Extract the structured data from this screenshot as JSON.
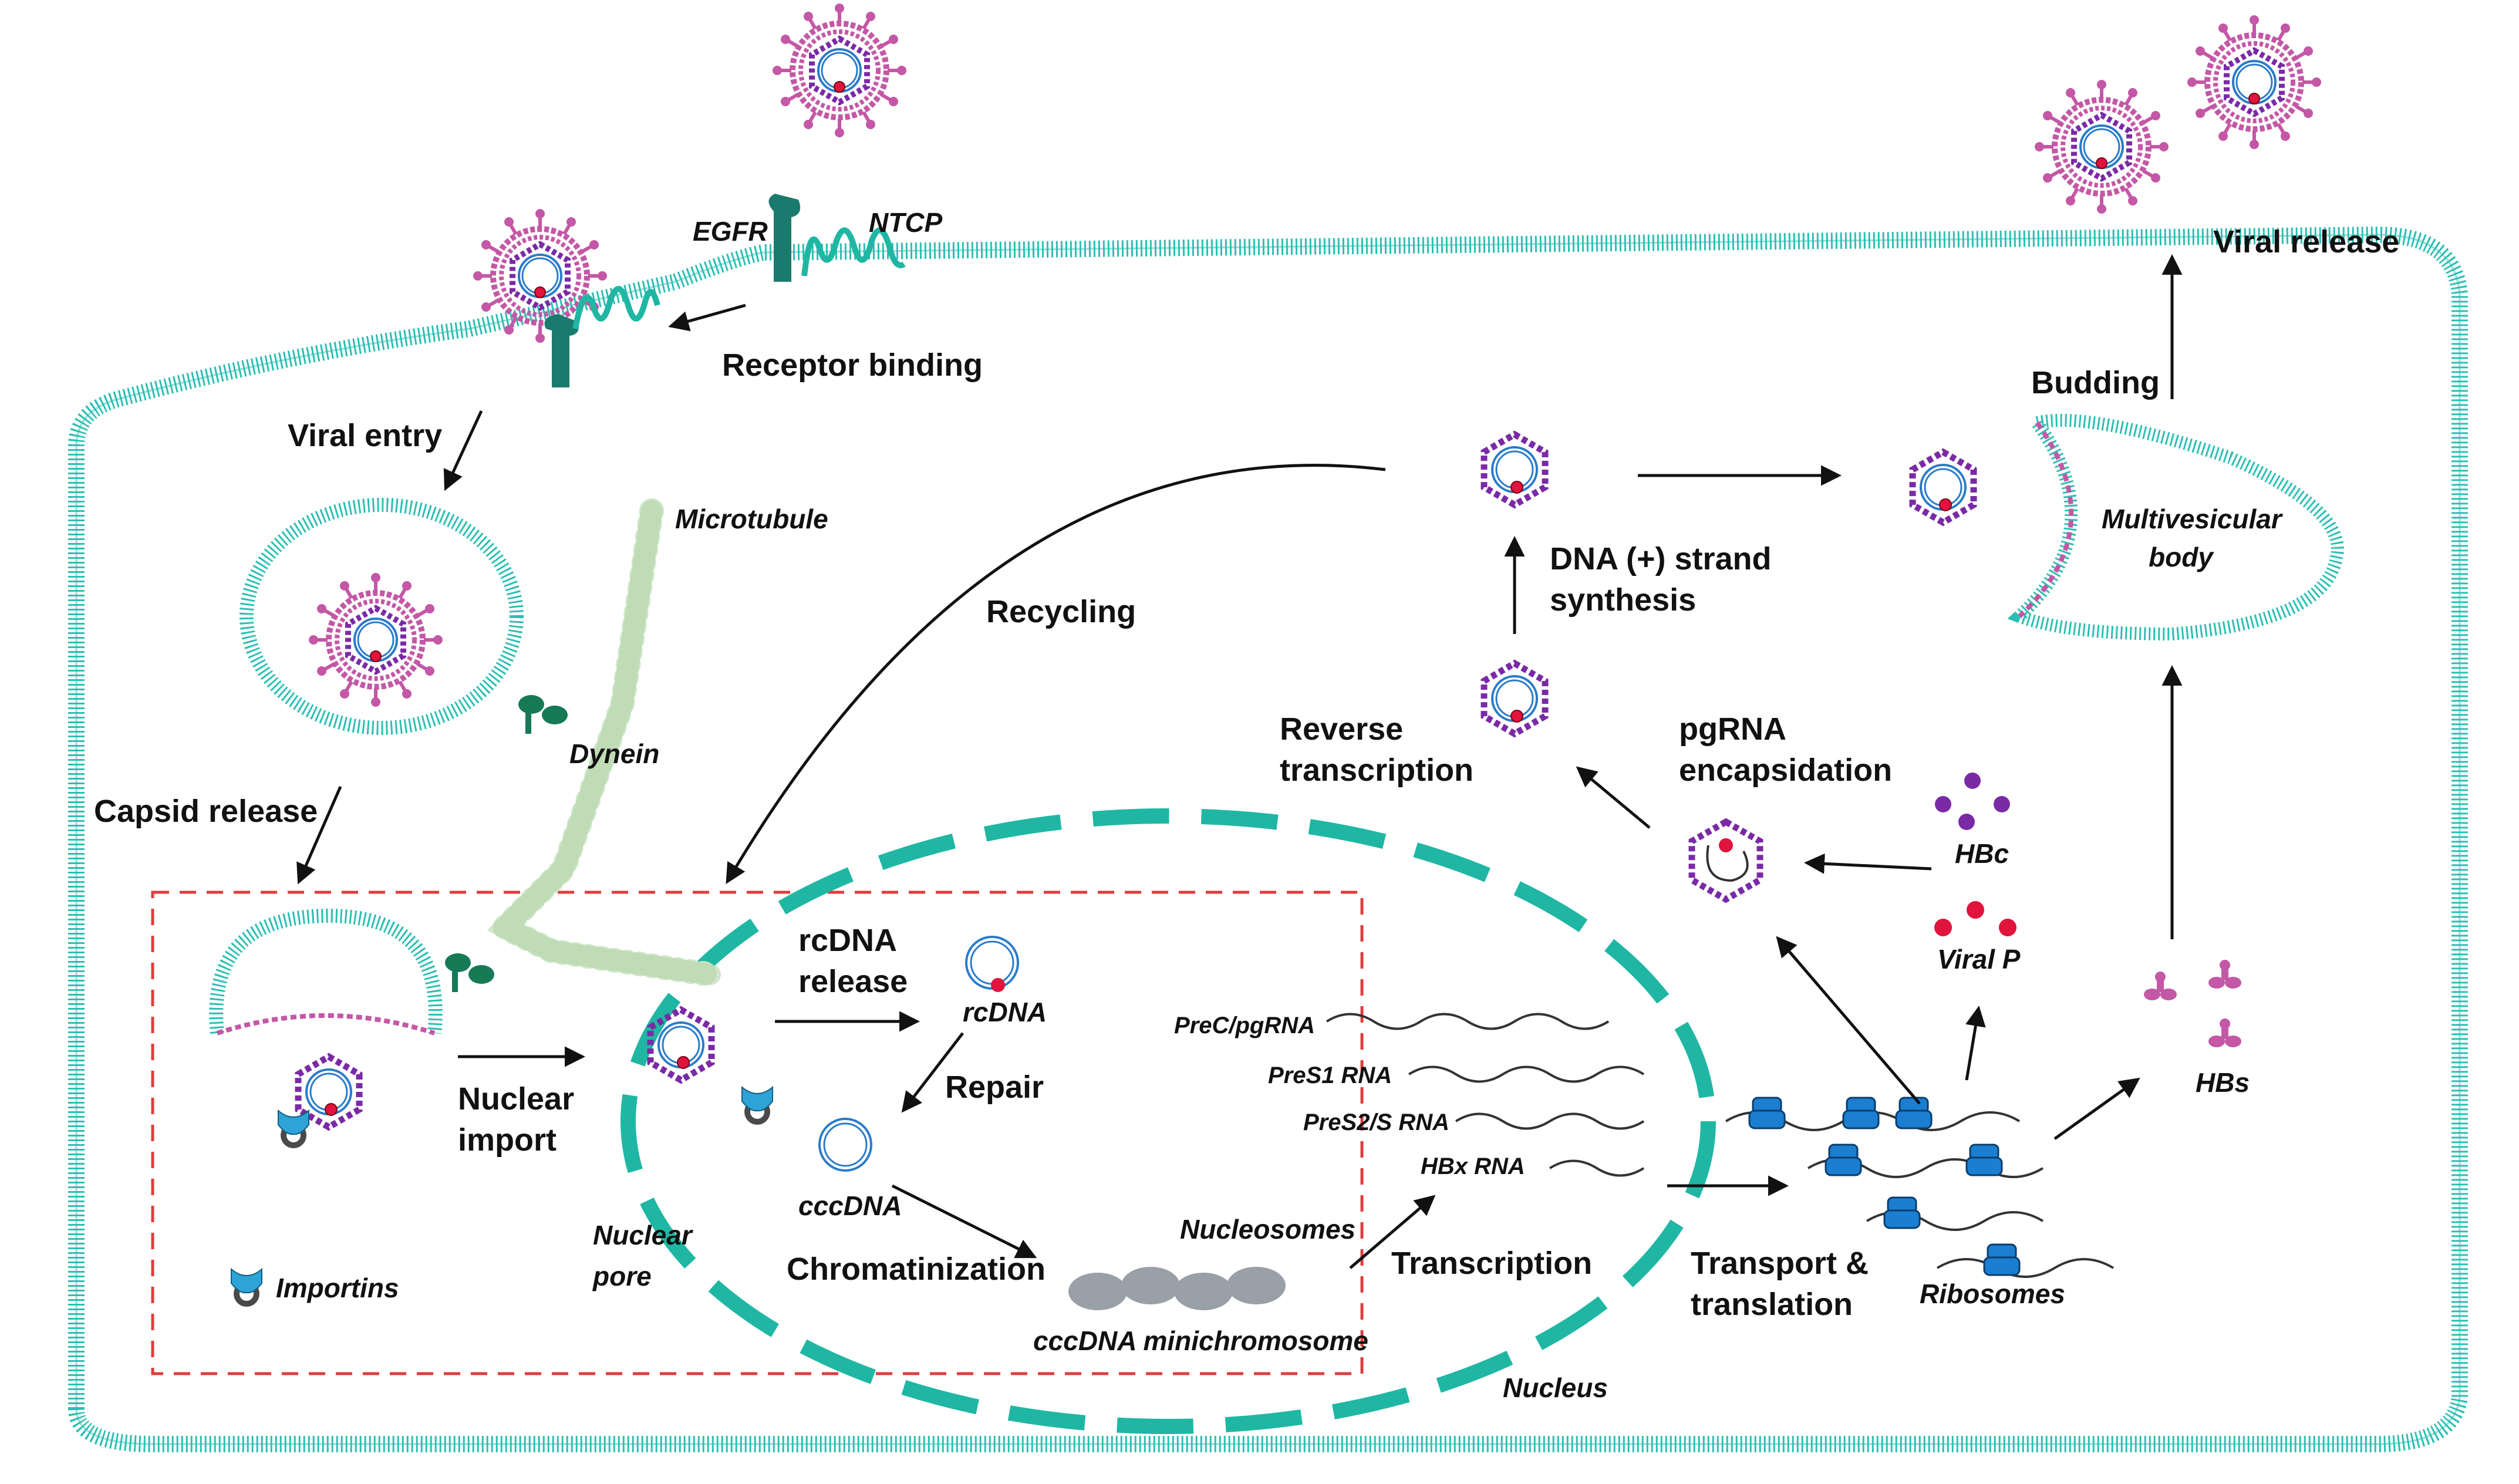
{
  "colors": {
    "membrane": "#2bbfb3",
    "nucleus": "#1fb7a3",
    "virus_envelope": "#c457a6",
    "capsid": "#7b2aa6",
    "dna": "#2a7bc8",
    "polymerase": "#e0143c",
    "microtubule": "#cfe7c9",
    "dynein": "#157a55",
    "importin": "#2ea3d8",
    "ribosome": "#1b7ed0",
    "peptide": "#1f9b4e",
    "box": "#e03c3c"
  },
  "labels": {
    "egfr": "EGFR",
    "ntcp": "NTCP",
    "receptor_binding": "Receptor binding",
    "viral_entry": "Viral entry",
    "microtubule": "Microtubule",
    "dynein": "Dynein",
    "capsid_release": "Capsid release",
    "nuclear_import_1": "Nuclear",
    "nuclear_import_2": "import",
    "importins": "Importins",
    "nuclear_pore_1": "Nuclear",
    "nuclear_pore_2": "pore",
    "rcdna_release_1": "rcDNA",
    "rcdna_release_2": "release",
    "rcdna": "rcDNA",
    "repair": "Repair",
    "cccdna": "cccDNA",
    "chromatinization": "Chromatinization",
    "nucleosomes": "Nucleosomes",
    "minichromosome": "cccDNA minichromosome",
    "transcription": "Transcription",
    "nucleus": "Nucleus",
    "recycling": "Recycling",
    "dna_plus_1": "DNA (+) strand",
    "dna_plus_2": "synthesis",
    "reverse_transcription_1": "Reverse",
    "reverse_transcription_2": "transcription",
    "pgrna_1": "pgRNA",
    "pgrna_2": "encapsidation",
    "hbc": "HBc",
    "viral_p": "Viral P",
    "hbs": "HBs",
    "ribosomes": "Ribosomes",
    "transport_1": "Transport &",
    "transport_2": "translation",
    "budding": "Budding",
    "viral_release": "Viral release",
    "mvb_1": "Multivesicular",
    "mvb_2": "body"
  },
  "rnas": [
    "PreC/pgRNA",
    "PreS1 RNA",
    "PreS2/S RNA",
    "HBx RNA"
  ]
}
